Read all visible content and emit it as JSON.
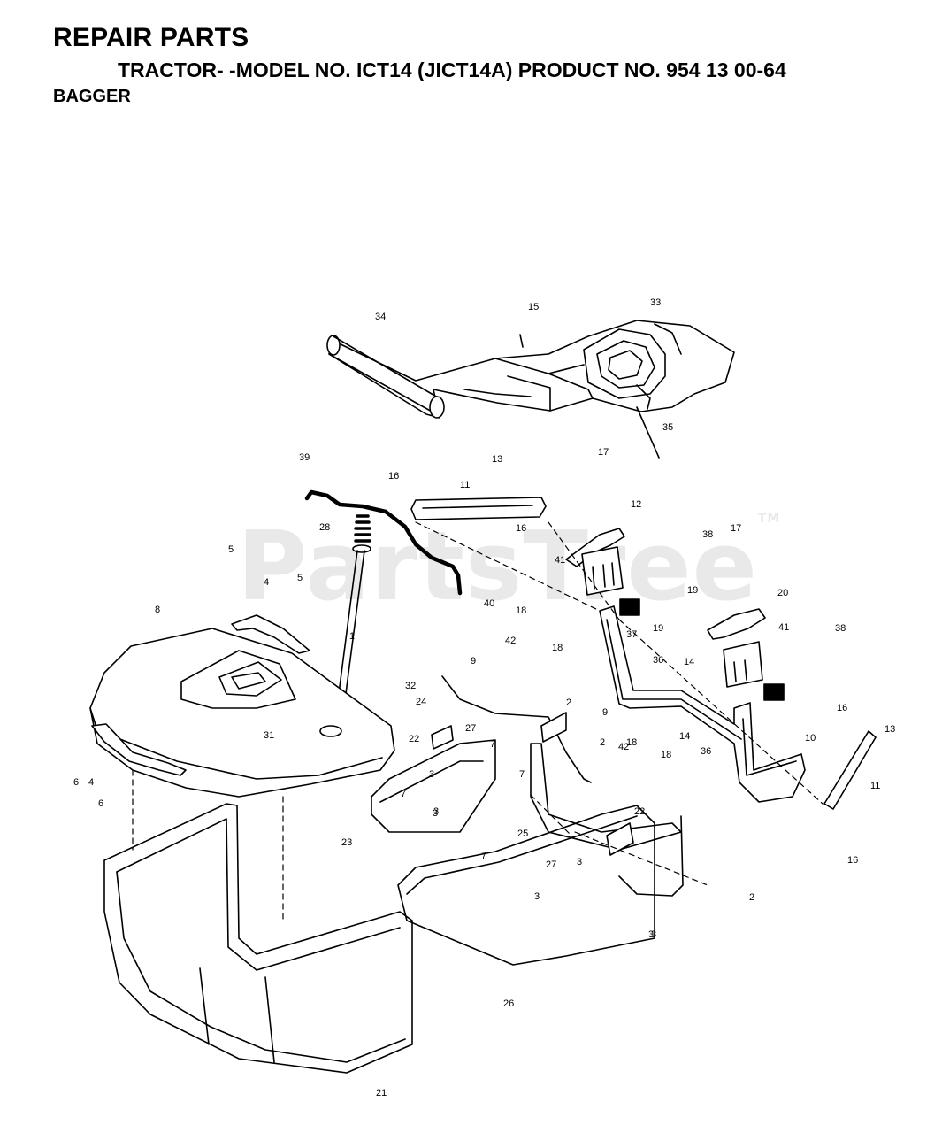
{
  "header": {
    "title": "REPAIR PARTS",
    "subtitle": "TRACTOR- -MODEL NO. ICT14 (JICT14A) PRODUCT NO. 954 13 00-64",
    "section": "BAGGER"
  },
  "watermark": {
    "text": "PartsTree",
    "mark": "TM"
  },
  "callouts": [
    "34",
    "15",
    "33",
    "35",
    "17",
    "13",
    "39",
    "16",
    "11",
    "12",
    "16",
    "28",
    "38",
    "41",
    "17",
    "5",
    "4",
    "5",
    "19",
    "20",
    "40",
    "8",
    "1",
    "18",
    "42",
    "18",
    "37",
    "19",
    "41",
    "38",
    "14",
    "36",
    "9",
    "32",
    "24",
    "27",
    "22",
    "9",
    "2",
    "31",
    "18",
    "42",
    "18",
    "14",
    "36",
    "37",
    "16",
    "10",
    "13",
    "3",
    "7",
    "7",
    "2",
    "6",
    "4",
    "6",
    "3",
    "7",
    "11",
    "23",
    "25",
    "7",
    "22",
    "27",
    "3",
    "3",
    "3",
    "2",
    "3",
    "26",
    "21",
    "16",
    "3"
  ]
}
